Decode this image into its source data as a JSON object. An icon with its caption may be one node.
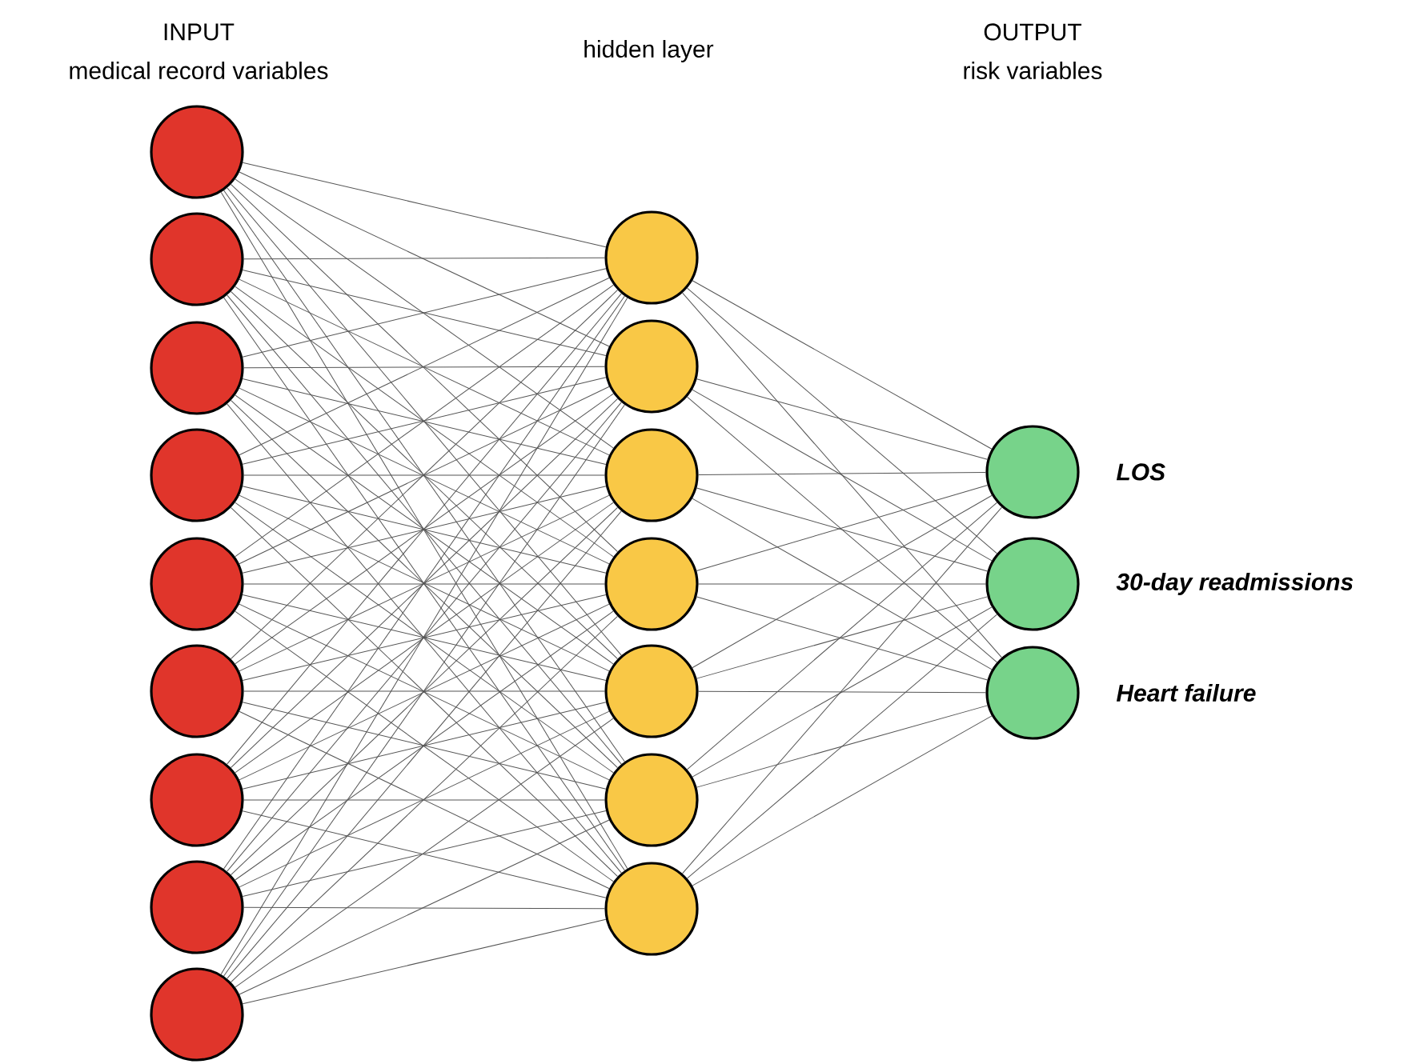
{
  "diagram": {
    "nodes": [
      {
        "text": [],
        "shape": "circle"
      },
      {
        "text": [],
        "shape": "circle"
      },
      {
        "text": [],
        "shape": "circle"
      },
      {
        "text": [],
        "shape": "circle"
      },
      {
        "text": [],
        "shape": "circle"
      },
      {
        "text": [],
        "shape": "circle"
      },
      {
        "text": [],
        "shape": "circle"
      },
      {
        "text": [],
        "shape": "circle"
      },
      {
        "text": [],
        "shape": "circle"
      },
      {
        "text": [],
        "shape": "circle"
      },
      {
        "text": [],
        "shape": "circle"
      },
      {
        "text": [],
        "shape": "circle"
      },
      {
        "text": [],
        "shape": "circle"
      },
      {
        "text": [],
        "shape": "circle"
      },
      {
        "text": [],
        "shape": "circle"
      },
      {
        "text": [],
        "shape": "circle"
      },
      {
        "text": [],
        "shape": "circle",
        "beside": [
          "LOS"
        ]
      },
      {
        "text": [],
        "shape": "circle",
        "beside": [
          "30-day readmissions"
        ]
      },
      {
        "text": [],
        "shape": "circle",
        "beside": [
          "Heart failure"
        ]
      }
    ],
    "edges": [
      {
        "from": 0,
        "to": 9,
        "arrow": "none"
      },
      {
        "from": 0,
        "to": 10,
        "arrow": "none"
      },
      {
        "from": 0,
        "to": 11,
        "arrow": "none"
      },
      {
        "from": 0,
        "to": 12,
        "arrow": "none"
      },
      {
        "from": 0,
        "to": 13,
        "arrow": "none"
      },
      {
        "from": 0,
        "to": 14,
        "arrow": "none"
      },
      {
        "from": 0,
        "to": 15,
        "arrow": "none"
      },
      {
        "from": 1,
        "to": 9,
        "arrow": "none"
      },
      {
        "from": 1,
        "to": 10,
        "arrow": "none"
      },
      {
        "from": 1,
        "to": 11,
        "arrow": "none"
      },
      {
        "from": 1,
        "to": 12,
        "arrow": "none"
      },
      {
        "from": 1,
        "to": 13,
        "arrow": "none"
      },
      {
        "from": 1,
        "to": 14,
        "arrow": "none"
      },
      {
        "from": 1,
        "to": 15,
        "arrow": "none"
      },
      {
        "from": 2,
        "to": 9,
        "arrow": "none"
      },
      {
        "from": 2,
        "to": 10,
        "arrow": "none"
      },
      {
        "from": 2,
        "to": 11,
        "arrow": "none"
      },
      {
        "from": 2,
        "to": 12,
        "arrow": "none"
      },
      {
        "from": 2,
        "to": 13,
        "arrow": "none"
      },
      {
        "from": 2,
        "to": 14,
        "arrow": "none"
      },
      {
        "from": 2,
        "to": 15,
        "arrow": "none"
      },
      {
        "from": 3,
        "to": 9,
        "arrow": "none"
      },
      {
        "from": 3,
        "to": 10,
        "arrow": "none"
      },
      {
        "from": 3,
        "to": 11,
        "arrow": "none"
      },
      {
        "from": 3,
        "to": 12,
        "arrow": "none"
      },
      {
        "from": 3,
        "to": 13,
        "arrow": "none"
      },
      {
        "from": 3,
        "to": 14,
        "arrow": "none"
      },
      {
        "from": 3,
        "to": 15,
        "arrow": "none"
      },
      {
        "from": 4,
        "to": 9,
        "arrow": "none"
      },
      {
        "from": 4,
        "to": 10,
        "arrow": "none"
      },
      {
        "from": 4,
        "to": 11,
        "arrow": "none"
      },
      {
        "from": 4,
        "to": 12,
        "arrow": "none"
      },
      {
        "from": 4,
        "to": 13,
        "arrow": "none"
      },
      {
        "from": 4,
        "to": 14,
        "arrow": "none"
      },
      {
        "from": 4,
        "to": 15,
        "arrow": "none"
      },
      {
        "from": 5,
        "to": 9,
        "arrow": "none"
      },
      {
        "from": 5,
        "to": 10,
        "arrow": "none"
      },
      {
        "from": 5,
        "to": 11,
        "arrow": "none"
      },
      {
        "from": 5,
        "to": 12,
        "arrow": "none"
      },
      {
        "from": 5,
        "to": 13,
        "arrow": "none"
      },
      {
        "from": 5,
        "to": 14,
        "arrow": "none"
      },
      {
        "from": 5,
        "to": 15,
        "arrow": "none"
      },
      {
        "from": 6,
        "to": 9,
        "arrow": "none"
      },
      {
        "from": 6,
        "to": 10,
        "arrow": "none"
      },
      {
        "from": 6,
        "to": 11,
        "arrow": "none"
      },
      {
        "from": 6,
        "to": 12,
        "arrow": "none"
      },
      {
        "from": 6,
        "to": 13,
        "arrow": "none"
      },
      {
        "from": 6,
        "to": 14,
        "arrow": "none"
      },
      {
        "from": 6,
        "to": 15,
        "arrow": "none"
      },
      {
        "from": 7,
        "to": 9,
        "arrow": "none"
      },
      {
        "from": 7,
        "to": 10,
        "arrow": "none"
      },
      {
        "from": 7,
        "to": 11,
        "arrow": "none"
      },
      {
        "from": 7,
        "to": 12,
        "arrow": "none"
      },
      {
        "from": 7,
        "to": 13,
        "arrow": "none"
      },
      {
        "from": 7,
        "to": 14,
        "arrow": "none"
      },
      {
        "from": 7,
        "to": 15,
        "arrow": "none"
      },
      {
        "from": 8,
        "to": 9,
        "arrow": "none"
      },
      {
        "from": 8,
        "to": 10,
        "arrow": "none"
      },
      {
        "from": 8,
        "to": 11,
        "arrow": "none"
      },
      {
        "from": 8,
        "to": 12,
        "arrow": "none"
      },
      {
        "from": 8,
        "to": 13,
        "arrow": "none"
      },
      {
        "from": 8,
        "to": 14,
        "arrow": "none"
      },
      {
        "from": 8,
        "to": 15,
        "arrow": "none"
      },
      {
        "from": 9,
        "to": 16,
        "arrow": "none"
      },
      {
        "from": 9,
        "to": 17,
        "arrow": "none"
      },
      {
        "from": 9,
        "to": 18,
        "arrow": "none"
      },
      {
        "from": 10,
        "to": 16,
        "arrow": "none"
      },
      {
        "from": 10,
        "to": 17,
        "arrow": "none"
      },
      {
        "from": 10,
        "to": 18,
        "arrow": "none"
      },
      {
        "from": 11,
        "to": 16,
        "arrow": "none"
      },
      {
        "from": 11,
        "to": 17,
        "arrow": "none"
      },
      {
        "from": 11,
        "to": 18,
        "arrow": "none"
      },
      {
        "from": 12,
        "to": 16,
        "arrow": "none"
      },
      {
        "from": 12,
        "to": 17,
        "arrow": "none"
      },
      {
        "from": 12,
        "to": 18,
        "arrow": "none"
      },
      {
        "from": 13,
        "to": 16,
        "arrow": "none"
      },
      {
        "from": 13,
        "to": 17,
        "arrow": "none"
      },
      {
        "from": 13,
        "to": 18,
        "arrow": "none"
      },
      {
        "from": 14,
        "to": 16,
        "arrow": "none"
      },
      {
        "from": 14,
        "to": 17,
        "arrow": "none"
      },
      {
        "from": 14,
        "to": 18,
        "arrow": "none"
      },
      {
        "from": 15,
        "to": 16,
        "arrow": "none"
      },
      {
        "from": 15,
        "to": 17,
        "arrow": "none"
      },
      {
        "from": 15,
        "to": 18,
        "arrow": "none"
      }
    ],
    "labels": [
      "INPUT",
      "medical record variables",
      "hidden layer",
      "OUTPUT",
      "risk variables"
    ]
  }
}
